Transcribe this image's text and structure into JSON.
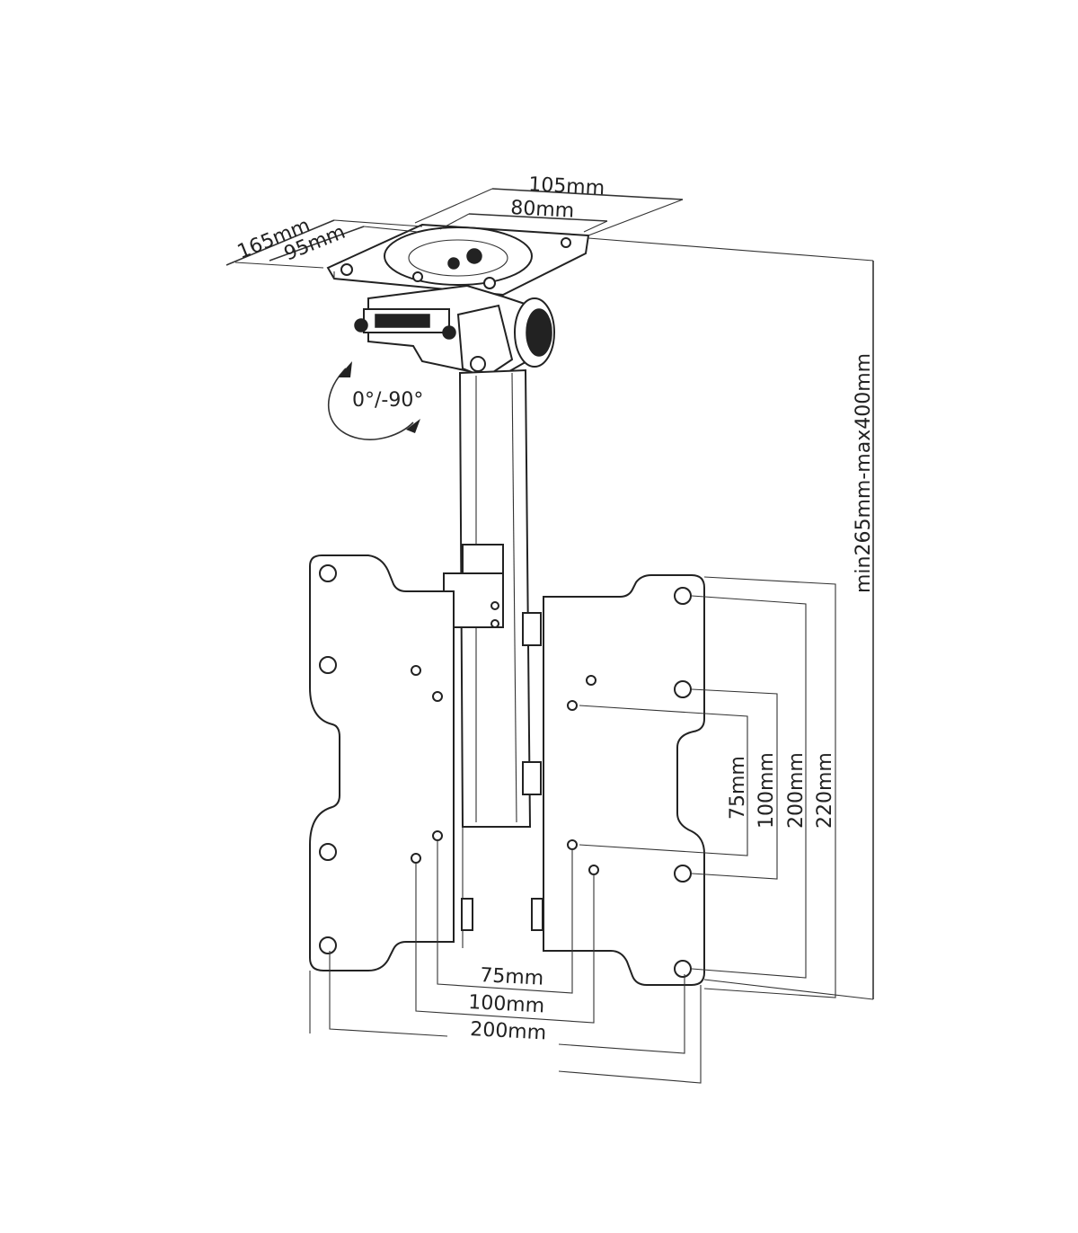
{
  "labels": {
    "plate_depth_outer": "165mm",
    "plate_depth_inner": "95mm",
    "plate_width_outer": "105mm",
    "plate_width_inner": "80mm",
    "tilt_range": "0°/-90°",
    "height_range": "min265mm-max400mm",
    "vesa_h_75": "75mm",
    "vesa_h_100": "100mm",
    "vesa_h_200": "200mm",
    "vesa_v_75": "75mm",
    "vesa_v_100": "100mm",
    "vesa_v_200": "200mm",
    "vesa_v_220": "220mm"
  },
  "colors": {
    "line": "#333333",
    "part": "#222222",
    "background": "#ffffff"
  },
  "icons": {
    "tilt_arrow": "curved-double-arrow-icon"
  }
}
